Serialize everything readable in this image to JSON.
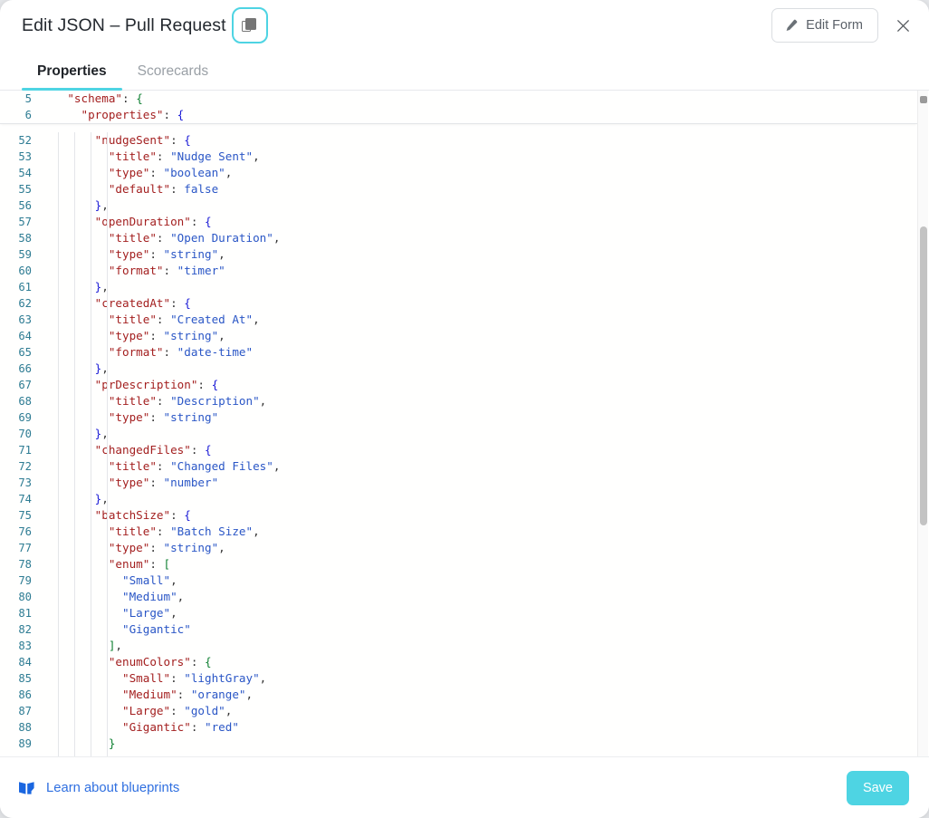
{
  "header": {
    "title": "Edit JSON – Pull Request",
    "copy_icon": "copy-icon",
    "edit_form_label": "Edit Form",
    "pencil_icon": "pencil-icon",
    "close_icon": "close-icon"
  },
  "tabs": [
    {
      "label": "Properties",
      "active": true
    },
    {
      "label": "Scorecards",
      "active": false
    }
  ],
  "editor": {
    "accent_color": "#4ed4e3",
    "sticky_lines": [
      {
        "num": 5,
        "indent": 2,
        "tokens": [
          {
            "t": "\"schema\"",
            "c": "k"
          },
          {
            "t": ": ",
            "c": "p"
          },
          {
            "t": "{",
            "c": "br"
          }
        ]
      },
      {
        "num": 6,
        "indent": 3,
        "tokens": [
          {
            "t": "\"properties\"",
            "c": "k"
          },
          {
            "t": ": ",
            "c": "p"
          },
          {
            "t": "{",
            "c": "b"
          }
        ]
      }
    ],
    "lines": [
      {
        "num": 52,
        "indent": 4,
        "tokens": [
          {
            "t": "\"nudgeSent\"",
            "c": "k"
          },
          {
            "t": ": ",
            "c": "p"
          },
          {
            "t": "{",
            "c": "b"
          }
        ]
      },
      {
        "num": 53,
        "indent": 5,
        "tokens": [
          {
            "t": "\"title\"",
            "c": "k"
          },
          {
            "t": ": ",
            "c": "p"
          },
          {
            "t": "\"Nudge Sent\"",
            "c": "s"
          },
          {
            "t": ",",
            "c": "p"
          }
        ]
      },
      {
        "num": 54,
        "indent": 5,
        "tokens": [
          {
            "t": "\"type\"",
            "c": "k"
          },
          {
            "t": ": ",
            "c": "p"
          },
          {
            "t": "\"boolean\"",
            "c": "s"
          },
          {
            "t": ",",
            "c": "p"
          }
        ]
      },
      {
        "num": 55,
        "indent": 5,
        "tokens": [
          {
            "t": "\"default\"",
            "c": "k"
          },
          {
            "t": ": ",
            "c": "p"
          },
          {
            "t": "false",
            "c": "s"
          }
        ]
      },
      {
        "num": 56,
        "indent": 4,
        "tokens": [
          {
            "t": "}",
            "c": "b"
          },
          {
            "t": ",",
            "c": "p"
          }
        ]
      },
      {
        "num": 57,
        "indent": 4,
        "tokens": [
          {
            "t": "\"openDuration\"",
            "c": "k"
          },
          {
            "t": ": ",
            "c": "p"
          },
          {
            "t": "{",
            "c": "b"
          }
        ]
      },
      {
        "num": 58,
        "indent": 5,
        "tokens": [
          {
            "t": "\"title\"",
            "c": "k"
          },
          {
            "t": ": ",
            "c": "p"
          },
          {
            "t": "\"Open Duration\"",
            "c": "s"
          },
          {
            "t": ",",
            "c": "p"
          }
        ]
      },
      {
        "num": 59,
        "indent": 5,
        "tokens": [
          {
            "t": "\"type\"",
            "c": "k"
          },
          {
            "t": ": ",
            "c": "p"
          },
          {
            "t": "\"string\"",
            "c": "s"
          },
          {
            "t": ",",
            "c": "p"
          }
        ]
      },
      {
        "num": 60,
        "indent": 5,
        "tokens": [
          {
            "t": "\"format\"",
            "c": "k"
          },
          {
            "t": ": ",
            "c": "p"
          },
          {
            "t": "\"timer\"",
            "c": "s"
          }
        ]
      },
      {
        "num": 61,
        "indent": 4,
        "tokens": [
          {
            "t": "}",
            "c": "b"
          },
          {
            "t": ",",
            "c": "p"
          }
        ]
      },
      {
        "num": 62,
        "indent": 4,
        "tokens": [
          {
            "t": "\"createdAt\"",
            "c": "k"
          },
          {
            "t": ": ",
            "c": "p"
          },
          {
            "t": "{",
            "c": "b"
          }
        ]
      },
      {
        "num": 63,
        "indent": 5,
        "tokens": [
          {
            "t": "\"title\"",
            "c": "k"
          },
          {
            "t": ": ",
            "c": "p"
          },
          {
            "t": "\"Created At\"",
            "c": "s"
          },
          {
            "t": ",",
            "c": "p"
          }
        ]
      },
      {
        "num": 64,
        "indent": 5,
        "tokens": [
          {
            "t": "\"type\"",
            "c": "k"
          },
          {
            "t": ": ",
            "c": "p"
          },
          {
            "t": "\"string\"",
            "c": "s"
          },
          {
            "t": ",",
            "c": "p"
          }
        ]
      },
      {
        "num": 65,
        "indent": 5,
        "tokens": [
          {
            "t": "\"format\"",
            "c": "k"
          },
          {
            "t": ": ",
            "c": "p"
          },
          {
            "t": "\"date-time\"",
            "c": "s"
          }
        ]
      },
      {
        "num": 66,
        "indent": 4,
        "tokens": [
          {
            "t": "}",
            "c": "b"
          },
          {
            "t": ",",
            "c": "p"
          }
        ]
      },
      {
        "num": 67,
        "indent": 4,
        "tokens": [
          {
            "t": "\"prDescription\"",
            "c": "k"
          },
          {
            "t": ": ",
            "c": "p"
          },
          {
            "t": "{",
            "c": "b"
          }
        ]
      },
      {
        "num": 68,
        "indent": 5,
        "tokens": [
          {
            "t": "\"title\"",
            "c": "k"
          },
          {
            "t": ": ",
            "c": "p"
          },
          {
            "t": "\"Description\"",
            "c": "s"
          },
          {
            "t": ",",
            "c": "p"
          }
        ]
      },
      {
        "num": 69,
        "indent": 5,
        "tokens": [
          {
            "t": "\"type\"",
            "c": "k"
          },
          {
            "t": ": ",
            "c": "p"
          },
          {
            "t": "\"string\"",
            "c": "s"
          }
        ]
      },
      {
        "num": 70,
        "indent": 4,
        "tokens": [
          {
            "t": "}",
            "c": "b"
          },
          {
            "t": ",",
            "c": "p"
          }
        ]
      },
      {
        "num": 71,
        "indent": 4,
        "tokens": [
          {
            "t": "\"changedFiles\"",
            "c": "k"
          },
          {
            "t": ": ",
            "c": "p"
          },
          {
            "t": "{",
            "c": "b"
          }
        ]
      },
      {
        "num": 72,
        "indent": 5,
        "tokens": [
          {
            "t": "\"title\"",
            "c": "k"
          },
          {
            "t": ": ",
            "c": "p"
          },
          {
            "t": "\"Changed Files\"",
            "c": "s"
          },
          {
            "t": ",",
            "c": "p"
          }
        ]
      },
      {
        "num": 73,
        "indent": 5,
        "tokens": [
          {
            "t": "\"type\"",
            "c": "k"
          },
          {
            "t": ": ",
            "c": "p"
          },
          {
            "t": "\"number\"",
            "c": "s"
          }
        ]
      },
      {
        "num": 74,
        "indent": 4,
        "tokens": [
          {
            "t": "}",
            "c": "b"
          },
          {
            "t": ",",
            "c": "p"
          }
        ]
      },
      {
        "num": 75,
        "indent": 4,
        "tokens": [
          {
            "t": "\"batchSize\"",
            "c": "k"
          },
          {
            "t": ": ",
            "c": "p"
          },
          {
            "t": "{",
            "c": "b"
          }
        ]
      },
      {
        "num": 76,
        "indent": 5,
        "tokens": [
          {
            "t": "\"title\"",
            "c": "k"
          },
          {
            "t": ": ",
            "c": "p"
          },
          {
            "t": "\"Batch Size\"",
            "c": "s"
          },
          {
            "t": ",",
            "c": "p"
          }
        ]
      },
      {
        "num": 77,
        "indent": 5,
        "tokens": [
          {
            "t": "\"type\"",
            "c": "k"
          },
          {
            "t": ": ",
            "c": "p"
          },
          {
            "t": "\"string\"",
            "c": "s"
          },
          {
            "t": ",",
            "c": "p"
          }
        ]
      },
      {
        "num": 78,
        "indent": 5,
        "tokens": [
          {
            "t": "\"enum\"",
            "c": "k"
          },
          {
            "t": ": ",
            "c": "p"
          },
          {
            "t": "[",
            "c": "br"
          }
        ]
      },
      {
        "num": 79,
        "indent": 6,
        "tokens": [
          {
            "t": "\"Small\"",
            "c": "s"
          },
          {
            "t": ",",
            "c": "p"
          }
        ]
      },
      {
        "num": 80,
        "indent": 6,
        "tokens": [
          {
            "t": "\"Medium\"",
            "c": "s"
          },
          {
            "t": ",",
            "c": "p"
          }
        ]
      },
      {
        "num": 81,
        "indent": 6,
        "tokens": [
          {
            "t": "\"Large\"",
            "c": "s"
          },
          {
            "t": ",",
            "c": "p"
          }
        ]
      },
      {
        "num": 82,
        "indent": 6,
        "tokens": [
          {
            "t": "\"Gigantic\"",
            "c": "s"
          }
        ]
      },
      {
        "num": 83,
        "indent": 5,
        "tokens": [
          {
            "t": "]",
            "c": "br"
          },
          {
            "t": ",",
            "c": "p"
          }
        ]
      },
      {
        "num": 84,
        "indent": 5,
        "tokens": [
          {
            "t": "\"enumColors\"",
            "c": "k"
          },
          {
            "t": ": ",
            "c": "p"
          },
          {
            "t": "{",
            "c": "br"
          }
        ]
      },
      {
        "num": 85,
        "indent": 6,
        "tokens": [
          {
            "t": "\"Small\"",
            "c": "k"
          },
          {
            "t": ": ",
            "c": "p"
          },
          {
            "t": "\"lightGray\"",
            "c": "s"
          },
          {
            "t": ",",
            "c": "p"
          }
        ]
      },
      {
        "num": 86,
        "indent": 6,
        "tokens": [
          {
            "t": "\"Medium\"",
            "c": "k"
          },
          {
            "t": ": ",
            "c": "p"
          },
          {
            "t": "\"orange\"",
            "c": "s"
          },
          {
            "t": ",",
            "c": "p"
          }
        ]
      },
      {
        "num": 87,
        "indent": 6,
        "tokens": [
          {
            "t": "\"Large\"",
            "c": "k"
          },
          {
            "t": ": ",
            "c": "p"
          },
          {
            "t": "\"gold\"",
            "c": "s"
          },
          {
            "t": ",",
            "c": "p"
          }
        ]
      },
      {
        "num": 88,
        "indent": 6,
        "tokens": [
          {
            "t": "\"Gigantic\"",
            "c": "k"
          },
          {
            "t": ": ",
            "c": "p"
          },
          {
            "t": "\"red\"",
            "c": "s"
          }
        ]
      },
      {
        "num": 89,
        "indent": 5,
        "tokens": [
          {
            "t": "}",
            "c": "br"
          }
        ]
      }
    ]
  },
  "footer": {
    "learn_label": "Learn about blueprints",
    "book_icon": "book-icon",
    "save_label": "Save"
  }
}
